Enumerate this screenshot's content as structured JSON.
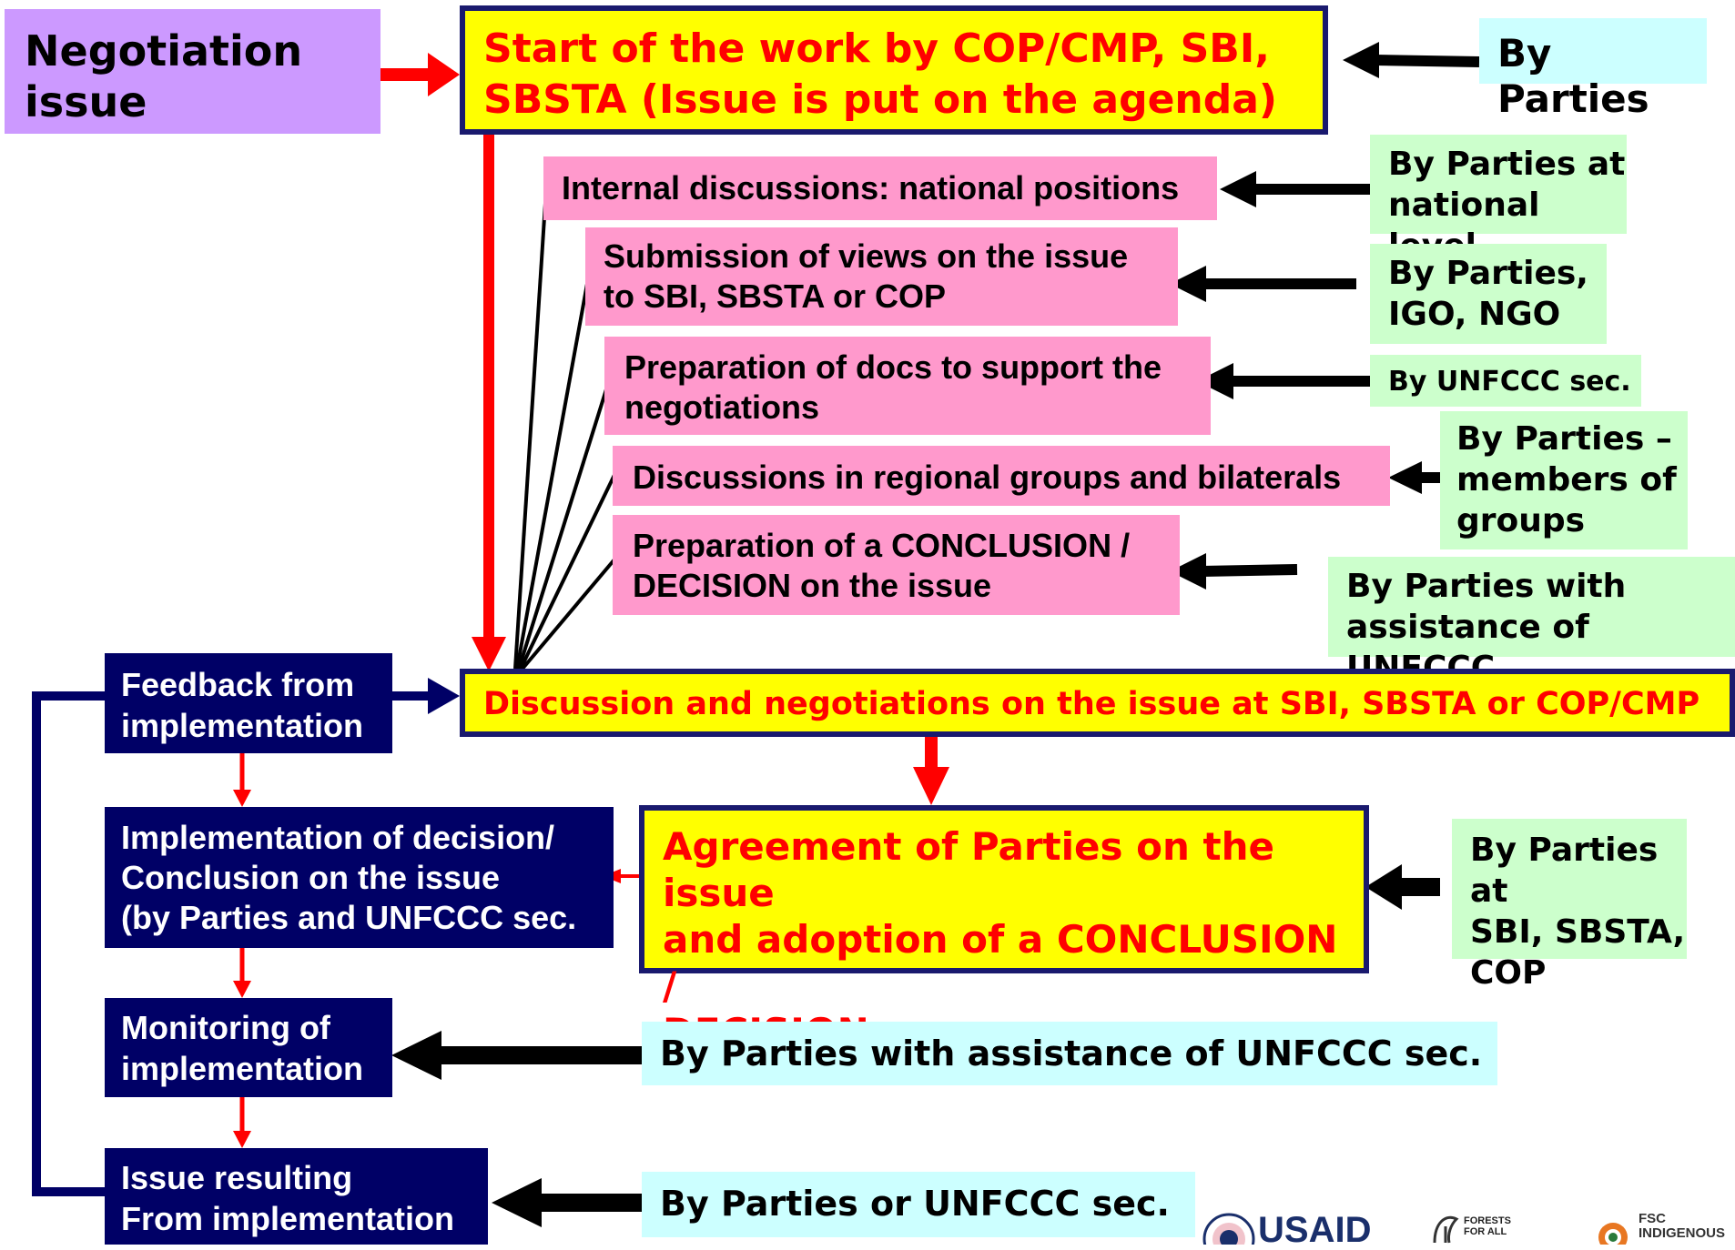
{
  "negotiation_issue": "Negotiation\nissue",
  "start_box": "Start of the work by COP/CMP, SBI,\nSBSTA (Issue is put on the agenda)",
  "by_parties_top": "By Parties",
  "steps": [
    {
      "label": "Internal discussions: national positions",
      "actor": "By Parties at\nnational level"
    },
    {
      "label": "Submission of views on the issue\nto SBI,  SBSTA or COP",
      "actor": "By Parties,\nIGO, NGO"
    },
    {
      "label": "Preparation of docs to support the\nnegotiations",
      "actor": "By UNFCCC sec."
    },
    {
      "label": "Discussions in regional groups and bilaterals",
      "actor": "By Parties –\nmembers of\ngroups"
    },
    {
      "label": "Preparation of a CONCLUSION /\nDECISION on the issue",
      "actor": "By Parties with\nassistance of UNFCCC"
    }
  ],
  "discussion_box": "Discussion and negotiations on the issue at SBI, SBSTA or COP/CMP",
  "agreement_box": "Agreement of Parties  on the issue\nand adoption of a CONCLUSION /\nDECISION",
  "agreement_actor": "By Parties at\nSBI, SBSTA,\nCOP",
  "left_chain": {
    "feedback": "Feedback from\nimplementation",
    "implementation": "Implementation of decision/\nConclusion on the issue\n(by Parties and UNFCCC sec.",
    "monitoring": "Monitoring of\nimplementation",
    "issue_resulting": "Issue resulting\nFrom implementation"
  },
  "monitoring_actor": "By Parties with assistance of UNFCCC sec.",
  "issue_actor": "By Parties or UNFCCC sec.",
  "logos": {
    "usaid": "USAID",
    "forests": "FORESTS\nFOR ALL",
    "fsc": "FSC\nINDIGENOUS"
  }
}
